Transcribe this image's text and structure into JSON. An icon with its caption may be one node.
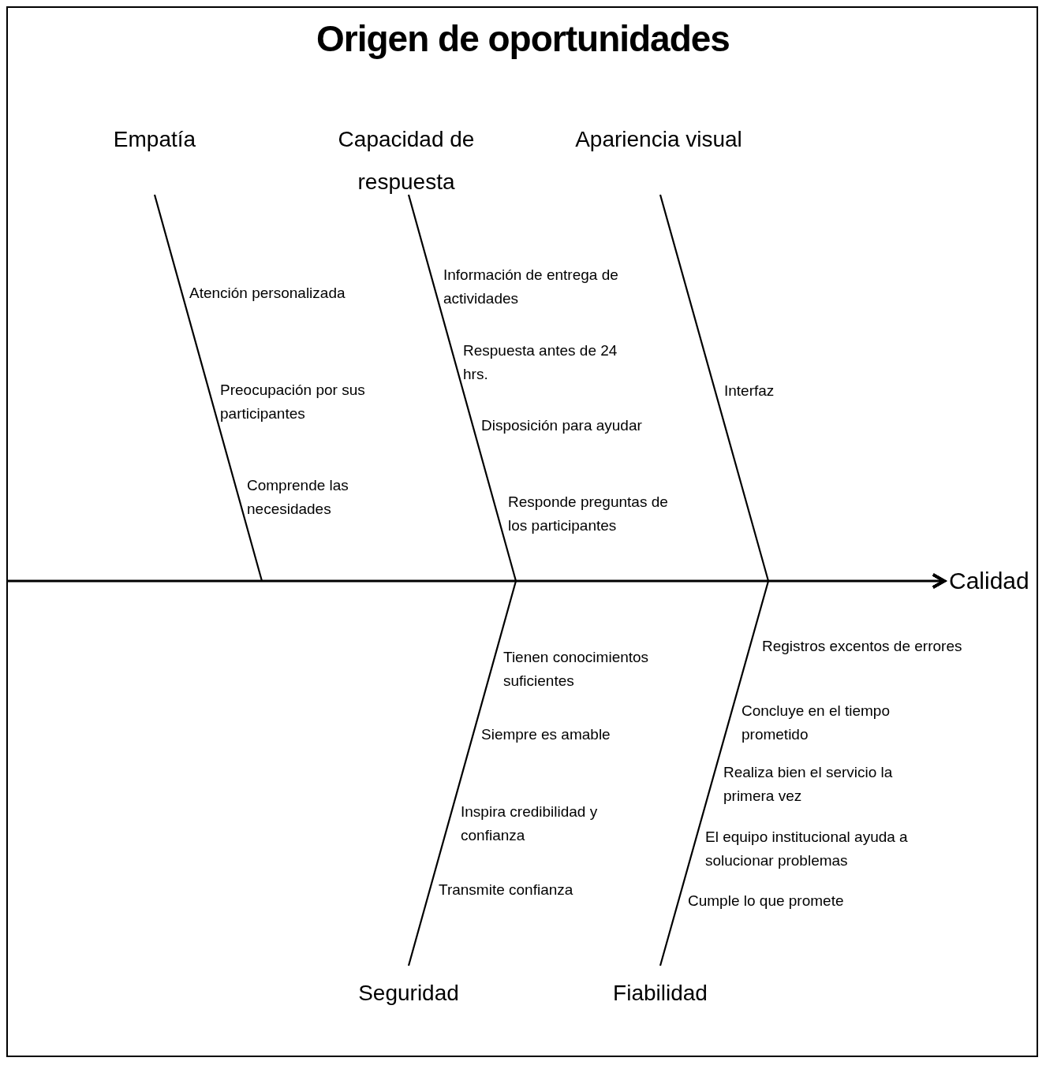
{
  "diagram": {
    "title": "Origen de oportunidades",
    "nodes": [
      {
        "text": [
          "Empatía"
        ]
      },
      {
        "text": [
          "Capacidad de respuesta"
        ]
      },
      {
        "text": [
          "Apariencia visual"
        ]
      },
      {
        "text": [
          "Seguridad"
        ]
      },
      {
        "text": [
          "Fiabilidad"
        ]
      },
      {
        "text": [
          "Calidad"
        ]
      }
    ],
    "edges": [
      {
        "from": null,
        "to": 5,
        "arrow": "to"
      },
      {
        "from": 0,
        "to": 5,
        "arrow": "to"
      },
      {
        "from": 1,
        "to": 5,
        "arrow": "to"
      },
      {
        "from": 2,
        "to": 5,
        "arrow": "to"
      },
      {
        "from": 3,
        "to": 5,
        "arrow": "to"
      },
      {
        "from": 4,
        "to": 5,
        "arrow": "to"
      }
    ],
    "labels": [
      "Atención personalizada",
      "Preocupación por sus participantes",
      "Comprende las necesidades",
      "Información de entrega de actividades",
      "Respuesta antes de 24 hrs.",
      "Disposición para ayudar",
      "Responde preguntas de los participantes",
      "Interfaz",
      "Tienen conocimientos suficientes",
      "Siempre es amable",
      "Inspira credibilidad y confianza",
      "Transmite confianza",
      "Registros excentos de errores",
      "Concluye en el tiempo prometido",
      "Realiza bien el servicio la primera vez",
      "El equipo institucional ayuda a solucionar problemas",
      "Cumple lo que promete"
    ]
  }
}
